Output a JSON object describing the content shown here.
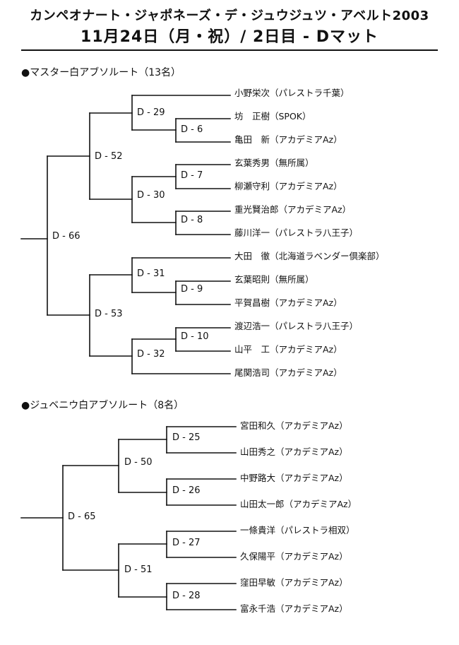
{
  "header": {
    "title_line1": "カンペオナート・ジャポネーズ・デ・ジュウジュツ・アベルト2003",
    "title_line2": "11月24日（月・祝）/ 2日目 - Dマット"
  },
  "brackets": [
    {
      "title": "●マスター白アブソルート（13名）",
      "entries": [
        "小野栄次（パレストラ千葉）",
        "坊　正樹（SPOK）",
        "亀田　新（アカデミアAz）",
        "玄葉秀男（無所属）",
        "柳瀬守利（アカデミアAz）",
        "重光賢治郎（アカデミアAz）",
        "藤川洋一（パレストラ八王子）",
        "大田　徹（北海道ラベンダー倶楽部）",
        "玄葉昭則（無所属）",
        "平賀昌樹（アカデミアAz）",
        "渡辺浩一（パレストラ八王子）",
        "山平　工（アカデミアAz）",
        "尾関浩司（アカデミアAz）"
      ],
      "matches": [
        "D - 29",
        "D - 6",
        "D - 52",
        "D - 7",
        "D - 30",
        "D - 8",
        "D - 66",
        "D - 31",
        "D - 9",
        "D - 53",
        "D - 10",
        "D - 32"
      ]
    },
    {
      "title": "●ジュベニウ白アブソルート（8名）",
      "entries": [
        "宮田和久（アカデミアAz）",
        "山田秀之（アカデミアAz）",
        "中野路大（アカデミアAz）",
        "山田太一郎（アカデミアAz）",
        "一條貴洋（パレストラ相双）",
        "久保陽平（アカデミアAz）",
        "窪田早敏（アカデミアAz）",
        "富永千浩（アカデミアAz）"
      ],
      "matches": [
        "D - 25",
        "D - 50",
        "D - 26",
        "D - 65",
        "D - 27",
        "D - 51",
        "D - 28"
      ]
    }
  ]
}
